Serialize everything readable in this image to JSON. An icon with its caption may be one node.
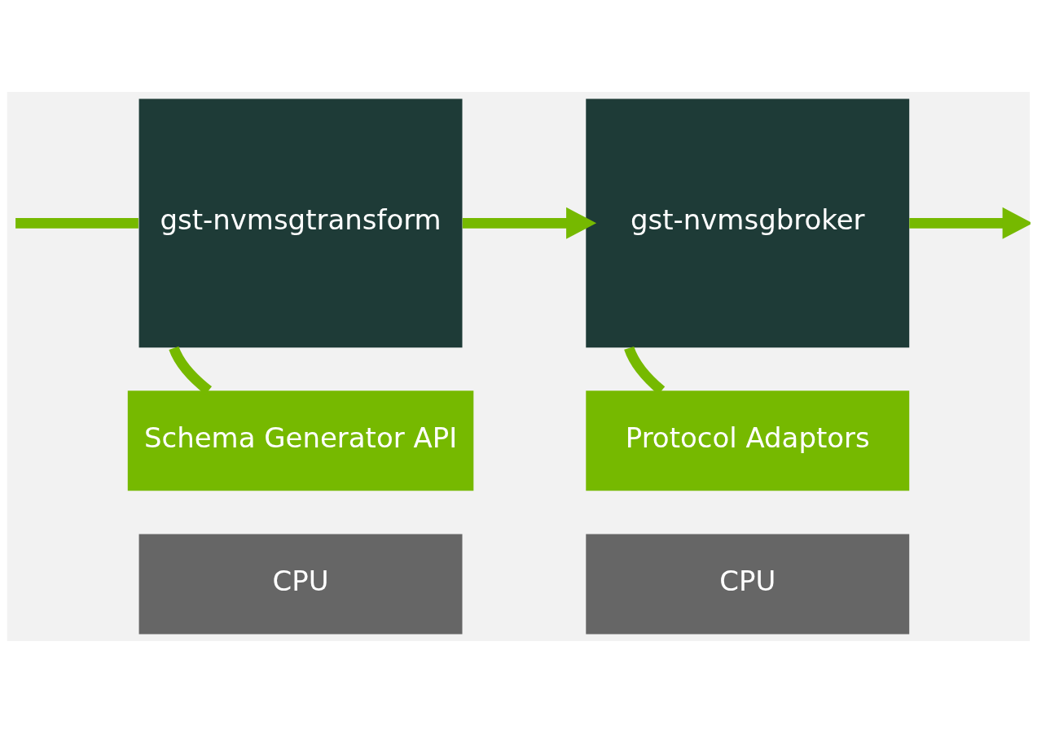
{
  "diagram": {
    "nodes": [
      {
        "text": [
          "gst-nvmsgtransform"
        ]
      },
      {
        "text": [
          "Schema Generator API"
        ]
      },
      {
        "text": [
          "CPU"
        ]
      },
      {
        "text": [
          "gst-nvmsgbroker"
        ]
      },
      {
        "text": [
          "Protocol Adaptors"
        ]
      },
      {
        "text": [
          "CPU"
        ]
      }
    ],
    "edges": [
      {
        "from": null,
        "to": 0,
        "arrow": "none"
      },
      {
        "from": 0,
        "to": 3,
        "arrow": "to"
      },
      {
        "from": 3,
        "to": null,
        "arrow": "to"
      },
      {
        "from": 0,
        "to": 1,
        "arrow": "none"
      },
      {
        "from": 3,
        "to": 4,
        "arrow": "none"
      }
    ]
  }
}
